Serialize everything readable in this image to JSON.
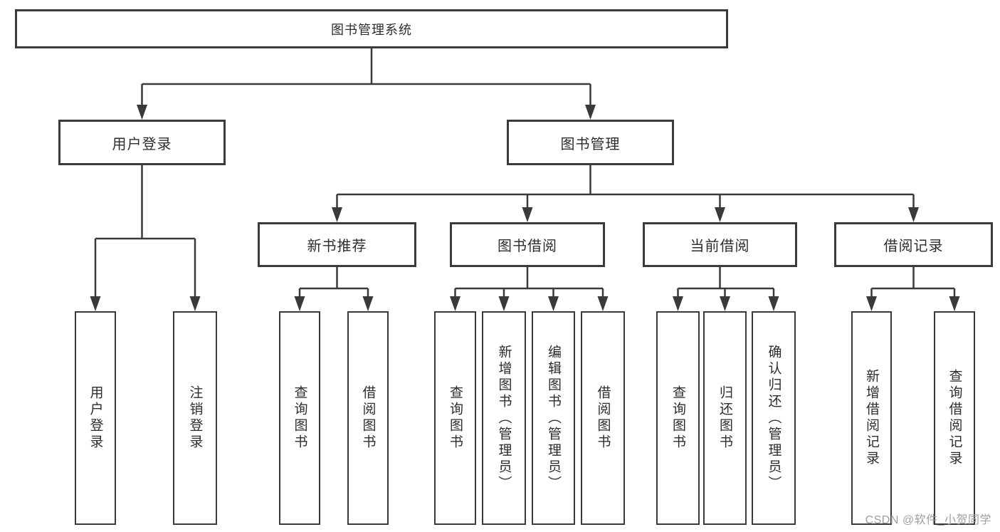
{
  "tree": {
    "root": "图书管理系统",
    "user_login": "用户登录",
    "book_mgmt": "图书管理",
    "new_book_rec": "新书推荐",
    "book_borrow": "图书借阅",
    "current_borrow": "当前借阅",
    "borrow_records": "借阅记录",
    "leaves": {
      "user_login_leaf": "用户登录",
      "logout": "注销登录",
      "nbr_query": "查询图书",
      "nbr_borrow": "借阅图书",
      "bb_query": "查询图书",
      "bb_add": "新增图书（管理员）",
      "bb_edit": "编辑图书（管理员）",
      "bb_borrow": "借阅图书",
      "cb_query": "查询图书",
      "cb_return": "归还图书",
      "cb_confirm": "确认归还（管理员）",
      "br_add": "新增借阅记录",
      "br_query": "查询借阅记录"
    }
  },
  "watermark": "CSDN @软件_小贺同学",
  "colors": {
    "line": "#3a3a3a",
    "border": "#3a3a3a",
    "text": "#2d2d2d",
    "watermark": "#9e9e9e",
    "background": "#ffffff"
  }
}
